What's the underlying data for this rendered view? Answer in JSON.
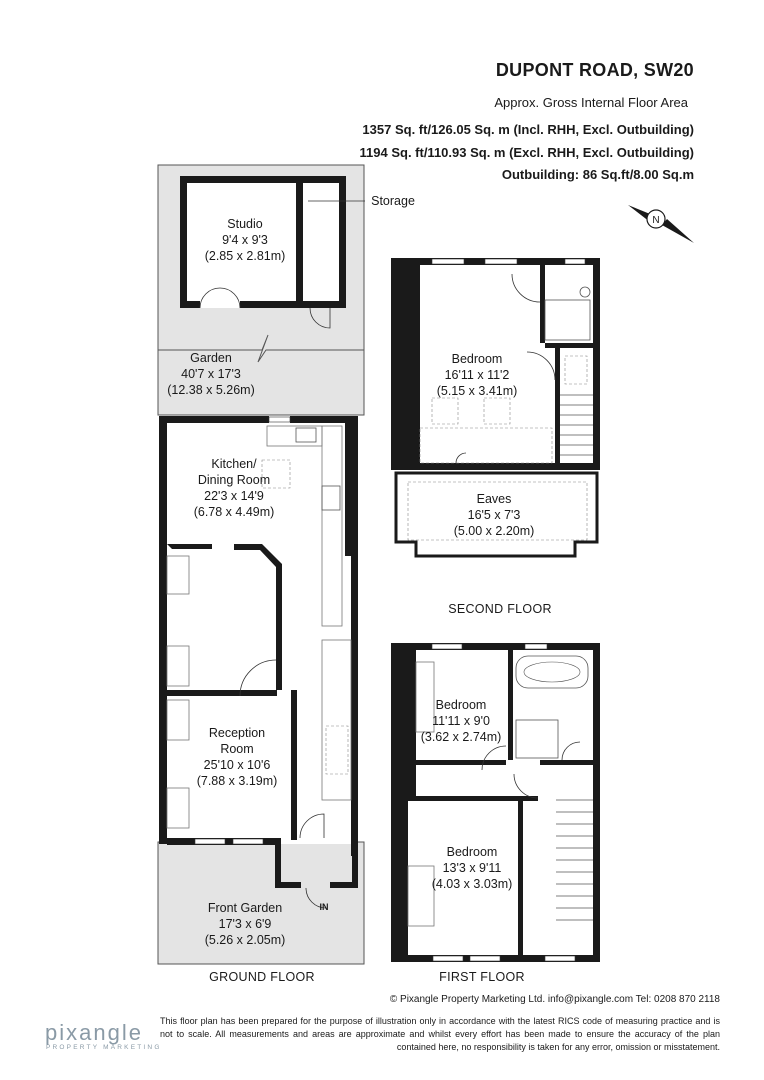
{
  "header": {
    "address": "DUPONT ROAD, SW20",
    "area_caption": "Approx. Gross Internal Floor Area",
    "area_line_1": "1357 Sq. ft/126.05 Sq. m (Incl. RHH, Excl. Outbuilding)",
    "area_line_2": "1194 Sq. ft/110.93 Sq. m (Excl. RHH, Excl. Outbuilding)",
    "area_line_3": "Outbuilding: 86 Sq.ft/8.00 Sq.m"
  },
  "compass": {
    "letter": "N"
  },
  "rooms": {
    "studio": {
      "name": "Studio",
      "imperial": "9'4 x 9'3",
      "metric": "(2.85 x 2.81m)"
    },
    "storage": {
      "name": "Storage"
    },
    "garden": {
      "name": "Garden",
      "imperial": "40'7 x 17'3",
      "metric": "(12.38 x 5.26m)"
    },
    "kitchen": {
      "name_1": "Kitchen/",
      "name_2": "Dining Room",
      "imperial": "22'3 x 14'9",
      "metric": "(6.78 x 4.49m)"
    },
    "reception": {
      "name_1": "Reception",
      "name_2": "Room",
      "imperial": "25'10 x 10'6",
      "metric": "(7.88 x 3.19m)"
    },
    "front_garden": {
      "name": "Front Garden",
      "imperial": "17'3 x 6'9",
      "metric": "(5.26 x 2.05m)"
    },
    "entrance": {
      "label": "IN"
    },
    "second_bedroom": {
      "name": "Bedroom",
      "imperial": "16'11 x 11'2",
      "metric": "(5.15 x 3.41m)"
    },
    "eaves": {
      "name": "Eaves",
      "imperial": "16'5 x 7'3",
      "metric": "(5.00 x 2.20m)"
    },
    "first_bedroom_rear": {
      "name": "Bedroom",
      "imperial": "11'11 x 9'0",
      "metric": "(3.62 x 2.74m)"
    },
    "first_bedroom_front": {
      "name": "Bedroom",
      "imperial": "13'3 x 9'11",
      "metric": "(4.03 x 3.03m)"
    }
  },
  "floors": {
    "ground": "GROUND FLOOR",
    "first": "FIRST FLOOR",
    "second": "SECOND FLOOR"
  },
  "footer": {
    "copyright": "© Pixangle Property Marketing Ltd. info@pixangle.com Tel: 0208 870 2118",
    "disclaimer": "This floor plan has been prepared for the purpose of illustration only in accordance with the latest RICS code of measuring practice and is not to scale. All measurements and areas are approximate and whilst every effort has been made to ensure the accuracy of the plan contained here, no responsibility is taken for any error, omission or misstatement.",
    "logo_main": "pixangle",
    "logo_sub": "PROPERTY MARKETING"
  },
  "colors": {
    "wall": "#1a1a1a",
    "garden_fill": "#e4e4e4",
    "outline": "#555555",
    "logo": "#8a9aa6"
  }
}
